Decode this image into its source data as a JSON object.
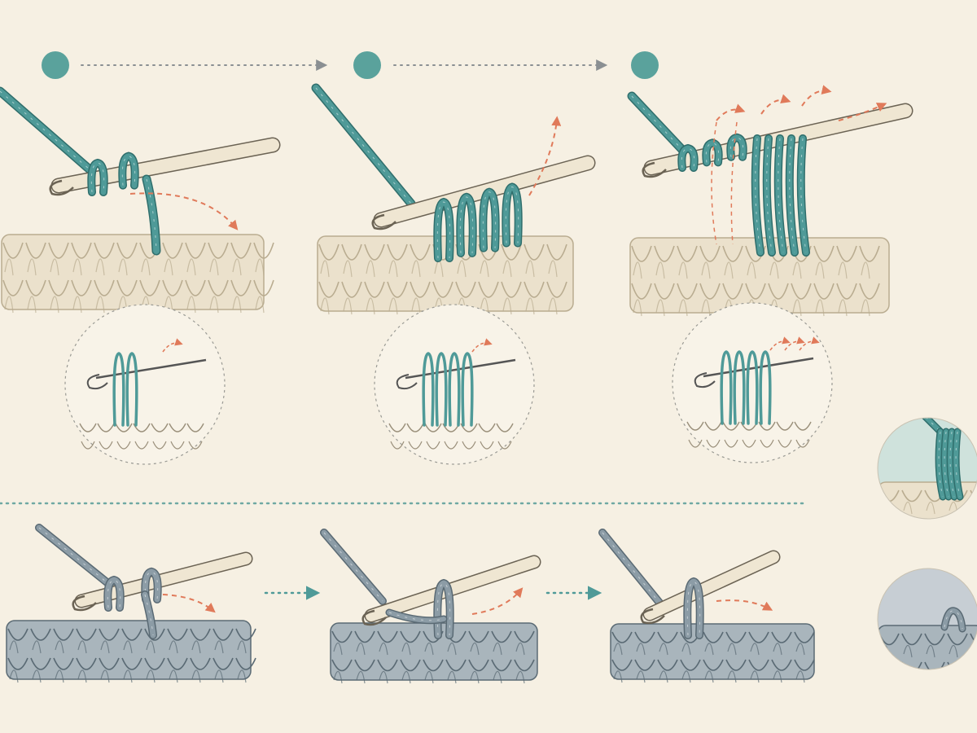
{
  "colors": {
    "background": "#f6f0e3",
    "teal_yarn": "#4f9a98",
    "teal_dark": "#2f6e6c",
    "grey_yarn": "#8c9ca6",
    "grey_dark": "#5a6a74",
    "cream_row": "#ebe1cc",
    "hook": "#efe6d2",
    "arrow": "#e07a5a",
    "step_dot": "#5aa29c",
    "divider": "#6fa9a3"
  },
  "icons": {
    "step_marker": "filled-circle-icon",
    "flow_arrow": "dotted-arrow-icon",
    "motion_arrow": "dashed-curved-arrow-icon",
    "detail_inset": "magnifier-circle-icon"
  },
  "top_row": {
    "steps": [
      {
        "id": "step-1",
        "yarn": "teal",
        "loops_on_hook": 2,
        "has_detail": true
      },
      {
        "id": "step-2",
        "yarn": "teal",
        "loops_on_hook": 4,
        "has_detail": true
      },
      {
        "id": "step-3",
        "yarn": "teal",
        "loops_on_hook": 5,
        "has_detail": true
      }
    ],
    "result": {
      "id": "result-top",
      "yarn": "teal"
    }
  },
  "bottom_row": {
    "steps": [
      {
        "id": "step-4",
        "yarn": "grey",
        "loops_on_hook": 2
      },
      {
        "id": "step-5",
        "yarn": "grey",
        "loops_on_hook": 1
      },
      {
        "id": "step-6",
        "yarn": "grey",
        "loops_on_hook": 1
      }
    ],
    "result": {
      "id": "result-bottom",
      "yarn": "grey"
    }
  }
}
